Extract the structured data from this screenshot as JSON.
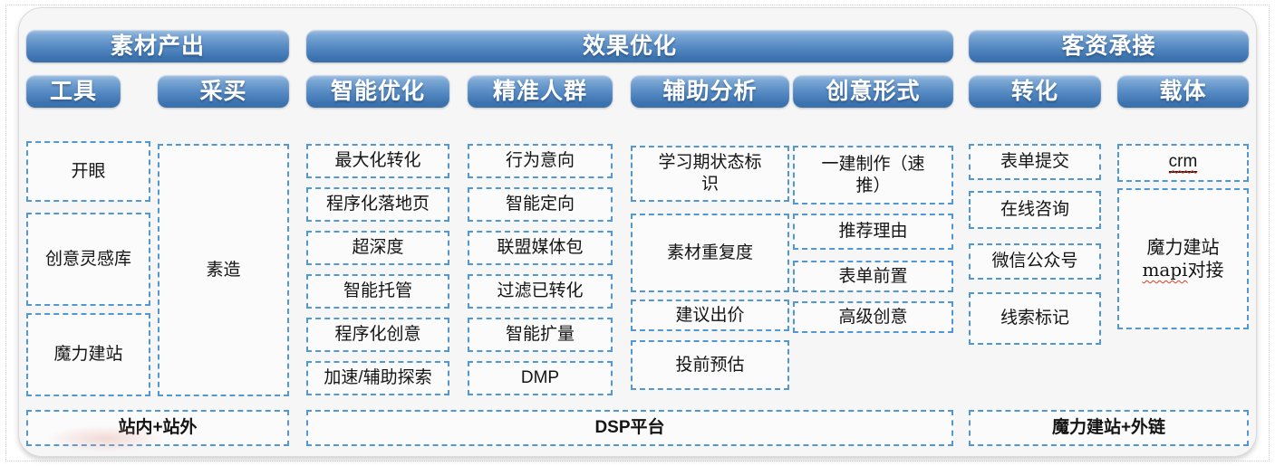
{
  "diagram": {
    "sections": [
      {
        "header": "素材产出",
        "columns": [
          {
            "name": "工具",
            "boxes": [
              "开眼",
              "创意灵感库",
              "魔力建站"
            ]
          },
          {
            "name": "采买",
            "boxes": [
              "素造"
            ]
          }
        ],
        "footer": "站内+站外"
      },
      {
        "header": "效果优化",
        "columns": [
          {
            "name": "智能优化",
            "boxes": [
              "最大化转化",
              "程序化落地页",
              "超深度",
              "智能托管",
              "程序化创意",
              "加速/辅助探索"
            ]
          },
          {
            "name": "精准人群",
            "boxes": [
              "行为意向",
              "智能定向",
              "联盟媒体包",
              "过滤已转化",
              "智能扩量",
              "DMP"
            ]
          },
          {
            "name": "辅助分析",
            "boxes": [
              "学习期状态标识",
              "素材重复度",
              "建议出价",
              "投前预估"
            ]
          },
          {
            "name": "创意形式",
            "boxes": [
              "一建制作（速推）",
              "推荐理由",
              "表单前置",
              "高级创意"
            ]
          }
        ],
        "footer": "DSP平台"
      },
      {
        "header": "客资承接",
        "columns": [
          {
            "name": "转化",
            "boxes": [
              "表单提交",
              "在线咨询",
              "微信公众号",
              "线索标记"
            ]
          },
          {
            "name": "载体",
            "crm_label": "crm",
            "site_line1": "魔力建站",
            "site_mapi": "mapi",
            "site_rest": "对接"
          }
        ],
        "footer": "魔力建站+外链"
      }
    ],
    "colors": {
      "header_blue_top": "#a3c0e2",
      "header_blue_bottom": "#3a6fa9",
      "dashed_border_blue": "#4f97d5",
      "panel_background": "#f6f6f6",
      "spellcheck_red": "#e03b24"
    }
  }
}
